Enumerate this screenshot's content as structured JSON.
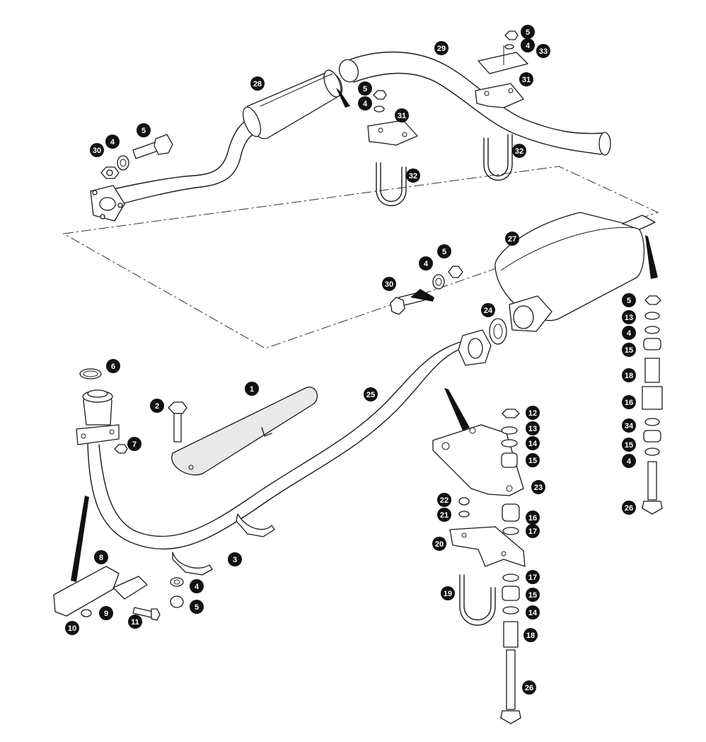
{
  "diagram": {
    "colors": {
      "line": "#1a1a1a",
      "callout_fill": "#111111",
      "callout_text": "#ffffff",
      "background": "#ffffff"
    },
    "callouts": [
      {
        "id": "c-1",
        "label": "1"
      },
      {
        "id": "c-2",
        "label": "2"
      },
      {
        "id": "c-3",
        "label": "3"
      },
      {
        "id": "c-4a",
        "label": "4"
      },
      {
        "id": "c-5a",
        "label": "5"
      },
      {
        "id": "c-6",
        "label": "6"
      },
      {
        "id": "c-7",
        "label": "7"
      },
      {
        "id": "c-8",
        "label": "8"
      },
      {
        "id": "c-9",
        "label": "9"
      },
      {
        "id": "c-10",
        "label": "10"
      },
      {
        "id": "c-11",
        "label": "11"
      },
      {
        "id": "c-12",
        "label": "12"
      },
      {
        "id": "c-13a",
        "label": "13"
      },
      {
        "id": "c-14a",
        "label": "14"
      },
      {
        "id": "c-15a",
        "label": "15"
      },
      {
        "id": "c-23",
        "label": "23"
      },
      {
        "id": "c-22",
        "label": "22"
      },
      {
        "id": "c-21",
        "label": "21"
      },
      {
        "id": "c-16a",
        "label": "16"
      },
      {
        "id": "c-17a",
        "label": "17"
      },
      {
        "id": "c-20",
        "label": "20"
      },
      {
        "id": "c-17b",
        "label": "17"
      },
      {
        "id": "c-15b",
        "label": "15"
      },
      {
        "id": "c-19",
        "label": "19"
      },
      {
        "id": "c-14b",
        "label": "14"
      },
      {
        "id": "c-18a",
        "label": "18"
      },
      {
        "id": "c-26a",
        "label": "26"
      },
      {
        "id": "c-24",
        "label": "24"
      },
      {
        "id": "c-25",
        "label": "25"
      },
      {
        "id": "c-27",
        "label": "27"
      },
      {
        "id": "c-30a",
        "label": "30"
      },
      {
        "id": "c-4b",
        "label": "4"
      },
      {
        "id": "c-5b",
        "label": "5"
      },
      {
        "id": "c-5c",
        "label": "5"
      },
      {
        "id": "c-13b",
        "label": "13"
      },
      {
        "id": "c-4c",
        "label": "4"
      },
      {
        "id": "c-15c",
        "label": "15"
      },
      {
        "id": "c-18b",
        "label": "18"
      },
      {
        "id": "c-16b",
        "label": "16"
      },
      {
        "id": "c-34",
        "label": "34"
      },
      {
        "id": "c-15d",
        "label": "15"
      },
      {
        "id": "c-4d",
        "label": "4"
      },
      {
        "id": "c-26b",
        "label": "26"
      },
      {
        "id": "c-28",
        "label": "28"
      },
      {
        "id": "c-5d",
        "label": "5"
      },
      {
        "id": "c-4e",
        "label": "4"
      },
      {
        "id": "c-31a",
        "label": "31"
      },
      {
        "id": "c-32a",
        "label": "32"
      },
      {
        "id": "c-30b",
        "label": "30"
      },
      {
        "id": "c-4f",
        "label": "4"
      },
      {
        "id": "c-5e",
        "label": "5"
      },
      {
        "id": "c-29",
        "label": "29"
      },
      {
        "id": "c-5f",
        "label": "5"
      },
      {
        "id": "c-4g",
        "label": "4"
      },
      {
        "id": "c-33",
        "label": "33"
      },
      {
        "id": "c-31b",
        "label": "31"
      },
      {
        "id": "c-32b",
        "label": "32"
      }
    ]
  }
}
